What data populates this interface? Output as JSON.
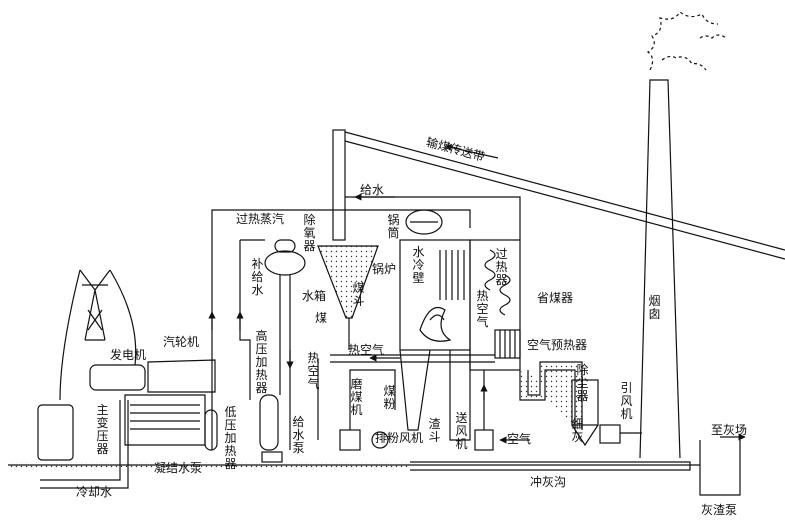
{
  "labels": {
    "coal_conveyor": "输煤传送带",
    "feedwater_top": "给水",
    "superheated_steam": "过热蒸汽",
    "deaerator": "除氧器",
    "makeup_water": "补给水",
    "water_tank": "水箱",
    "coal_1": "煤",
    "coal_hopper": "煤斗",
    "drum": "锅筒",
    "boiler": "锅炉",
    "water_wall": "水冷壁",
    "superheater": "过热器",
    "hot_air_right": "热空气",
    "economizer": "省煤器",
    "air_preheater": "空气预热器",
    "chimney": "烟囱",
    "generator": "发电机",
    "turbine": "汽轮机",
    "hp_heater": "高压加热器",
    "hot_air_left": "热空气",
    "hot_air_vertical": "热空气",
    "coal_mill": "磨煤机",
    "coal_powder": "煤粉",
    "main_transformer": "主变压器",
    "lp_heater": "低压加热器",
    "feed_pump": "给水泵",
    "condensate_pump": "凝结水泵",
    "exhaust_fan": "排粉风机",
    "slag_hopper": "渣斗",
    "fd_fan": "送风机",
    "air": "空气",
    "dust_collector": "除尘器",
    "fine_ash": "细灰",
    "id_fan": "引风机",
    "to_ash_yard": "至灰场",
    "ash_trench": "冲灰沟",
    "cooling_water": "冷却水",
    "slag_pump": "灰渣泵"
  }
}
